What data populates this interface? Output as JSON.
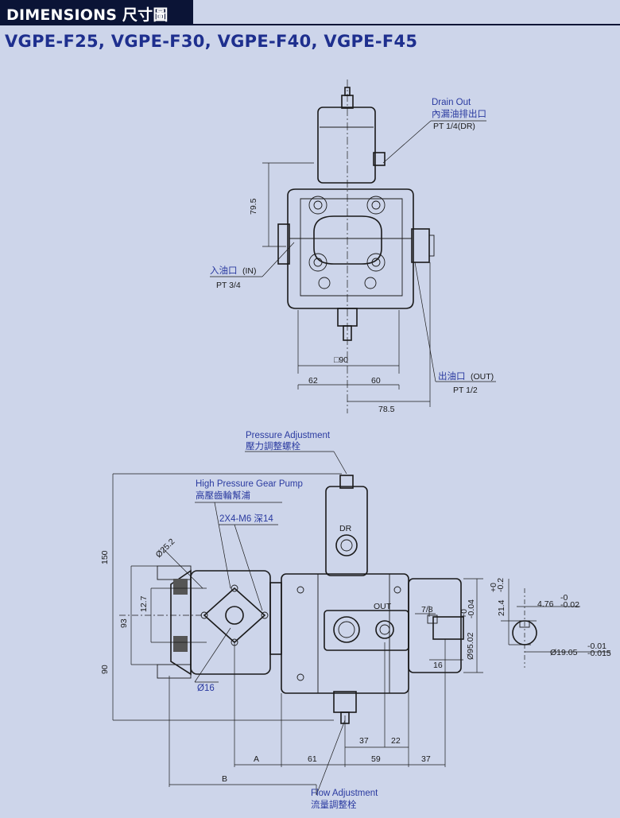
{
  "header": {
    "title": "DIMENSIONS 尺寸圖"
  },
  "models": "VGPE-F25, VGPE-F30, VGPE-F40, VGPE-F45",
  "top_view": {
    "drain_label_en": "Drain Out",
    "drain_label_zh": "內漏油排出口",
    "drain_thread": "PT 1/4(DR)",
    "inlet_label_zh": "入油口",
    "inlet_label_tag": "(IN)",
    "inlet_thread": "PT 3/4",
    "outlet_label_zh": "出油口",
    "outlet_label_tag": "(OUT)",
    "outlet_thread": "PT 1/2",
    "dim_79_5": "79.5",
    "dim_sq90": "□90",
    "dim_62": "62",
    "dim_60": "60",
    "dim_78_5": "78.5"
  },
  "side_view": {
    "pressure_adj_en": "Pressure Adjustment",
    "pressure_adj_zh": "壓力調整螺栓",
    "gear_pump_en": "High Pressure Gear Pump",
    "gear_pump_zh": "高壓齒輪幫浦",
    "bolt_spec": "2X4-M6 深14",
    "dim_phi25_2": "Ø25.2",
    "dim_150": "150",
    "dim_93": "93",
    "dim_12_7": "12.7",
    "dim_90": "90",
    "dim_phi16": "Ø16",
    "dr_tag": "DR",
    "out_tag": "OUT",
    "dim_7_8": "7/8",
    "dim_16": "16",
    "dim_shaft_dia": "Ø95.02",
    "dim_shaft_dia_tol_top": "+0",
    "dim_shaft_dia_tol_bottom": "-0.04",
    "dim_21_4": "21.4",
    "dim_21_4_tol_top": "+0",
    "dim_21_4_tol_bottom": "-0.2",
    "dim_4_76": "4.76",
    "dim_4_76_tol_top": "-0",
    "dim_4_76_tol_bottom": "-0.02",
    "dim_phi19_05": "Ø19.05",
    "dim_phi19_05_tol_top": "-0.01",
    "dim_phi19_05_tol_bottom": "-0.015",
    "dim_37_top": "37",
    "dim_22": "22",
    "dim_A": "A",
    "dim_61": "61",
    "dim_59": "59",
    "dim_37_bottom": "37",
    "dim_B": "B",
    "flow_adj_en": "Flow Adjustment",
    "flow_adj_zh": "流量調整栓"
  }
}
